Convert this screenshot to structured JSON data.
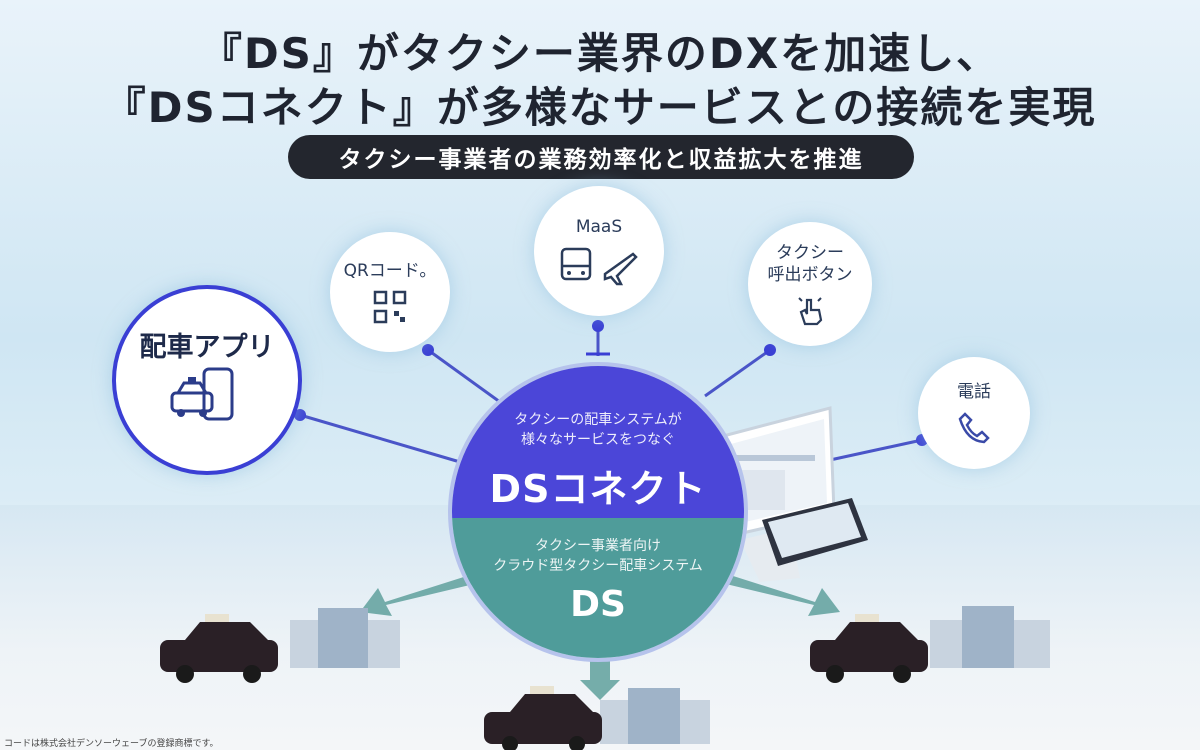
{
  "title": {
    "line1": "『DS』がタクシー業界のDXを加速し、",
    "line2": "『DSコネクト』が多様なサービスとの接続を実現"
  },
  "subtitle": "タクシー事業者の業務効率化と収益拡大を推進",
  "nodes": {
    "app": "配車アプリ",
    "qr": "QRコード。",
    "maas": "MaaS",
    "call_line1": "タクシー",
    "call_line2": "呼出ボタン",
    "tel": "電話"
  },
  "hub": {
    "connect_desc_line1": "タクシーの配車システムが",
    "connect_desc_line2": "様々なサービスをつなぐ",
    "connect_name": "DSコネクト",
    "ds_desc_line1": "タクシー事業者向け",
    "ds_desc_line2": "クラウド型タクシー配車システム",
    "ds_name": "DS"
  },
  "footnote": "コードは株式会社デンソーウェーブの登録商標です。",
  "colors": {
    "connect": "#4b46d8",
    "ds": "#4f9c9a",
    "accent_ring": "#3a3fd4",
    "line": "#4a55c8",
    "arrow": "#5fa09c"
  }
}
